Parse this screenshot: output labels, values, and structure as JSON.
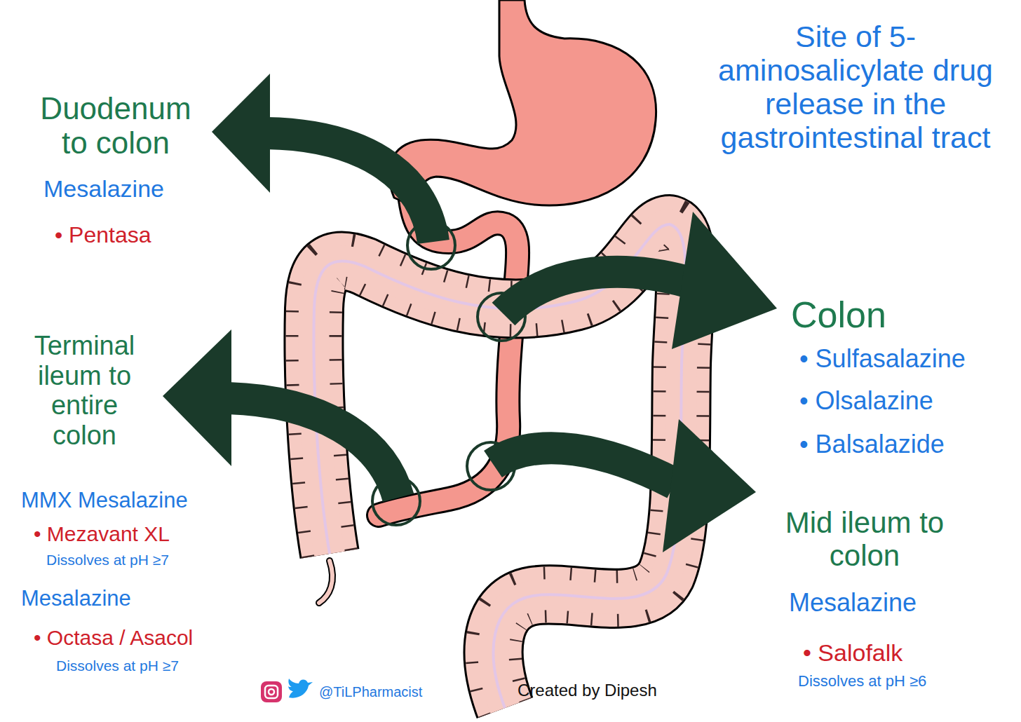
{
  "diagram": {
    "title": "Site of 5-aminosalicylate drug release in the gastrointestinal tract",
    "labels": [
      "Duodenum to colon",
      "Mesalazine",
      "• Pentasa",
      "Terminal ileum to entire colon",
      "MMX Mesalazine",
      "• Mezavant XL",
      "Dissolves at pH ≥7",
      "Mesalazine",
      "• Octasa / Asacol",
      "Dissolves at pH ≥7",
      "Colon",
      "• Sulfasalazine",
      "• Olsalazine",
      "• Balsalazide",
      "Mid ileum to colon",
      "Mesalazine",
      "• Salofalk",
      "Dissolves at pH ≥6",
      "@TiLPharmacist",
      "Created by Dipesh"
    ]
  }
}
